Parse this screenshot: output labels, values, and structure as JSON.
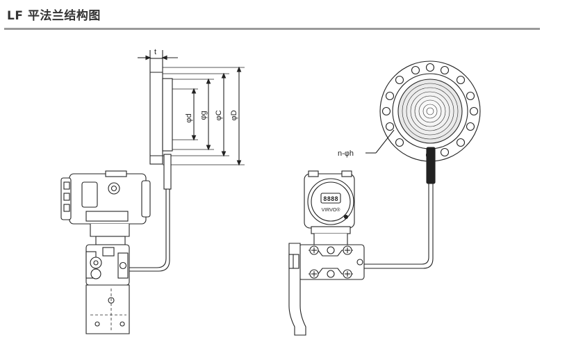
{
  "header": {
    "title": "LF 平法兰结构图"
  },
  "dimensions": {
    "t": "t",
    "d": "φd",
    "g": "φg",
    "C": "φC",
    "D": "φD",
    "holes": "n-φh"
  },
  "display": {
    "digits": "8888",
    "brand": "VIRVO®"
  }
}
